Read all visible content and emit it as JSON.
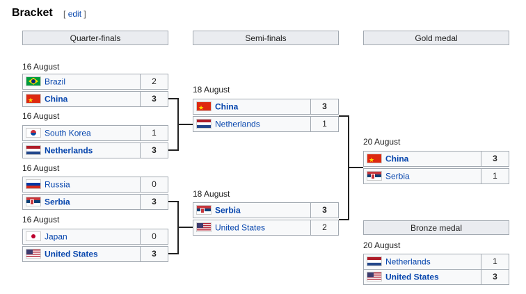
{
  "heading": "Bracket",
  "edit": {
    "open": "[",
    "link": "edit",
    "close": "]"
  },
  "rounds": {
    "qf": "Quarter-finals",
    "sf": "Semi-finals",
    "gold": "Gold medal",
    "bronze": "Bronze medal"
  },
  "qf": [
    {
      "date": "16 August",
      "t1": {
        "name": "Brazil",
        "score": "2",
        "flag": "brazil-flag-icon"
      },
      "t2": {
        "name": "China",
        "score": "3",
        "flag": "china-flag-icon"
      }
    },
    {
      "date": "16 August",
      "t1": {
        "name": "South Korea",
        "score": "1",
        "flag": "south-korea-flag-icon"
      },
      "t2": {
        "name": "Netherlands",
        "score": "3",
        "flag": "netherlands-flag-icon"
      }
    },
    {
      "date": "16 August",
      "t1": {
        "name": "Russia",
        "score": "0",
        "flag": "russia-flag-icon"
      },
      "t2": {
        "name": "Serbia",
        "score": "3",
        "flag": "serbia-flag-icon"
      }
    },
    {
      "date": "16 August",
      "t1": {
        "name": "Japan",
        "score": "0",
        "flag": "japan-flag-icon"
      },
      "t2": {
        "name": "United States",
        "score": "3",
        "flag": "usa-flag-icon"
      }
    }
  ],
  "sf": [
    {
      "date": "18 August",
      "t1": {
        "name": "China",
        "score": "3",
        "flag": "china-flag-icon"
      },
      "t2": {
        "name": "Netherlands",
        "score": "1",
        "flag": "netherlands-flag-icon"
      }
    },
    {
      "date": "18 August",
      "t1": {
        "name": "Serbia",
        "score": "3",
        "flag": "serbia-flag-icon"
      },
      "t2": {
        "name": "United States",
        "score": "2",
        "flag": "usa-flag-icon"
      }
    }
  ],
  "gold": {
    "date": "20 August",
    "t1": {
      "name": "China",
      "score": "3",
      "flag": "china-flag-icon"
    },
    "t2": {
      "name": "Serbia",
      "score": "1",
      "flag": "serbia-flag-icon"
    }
  },
  "bronze": {
    "date": "20 August",
    "t1": {
      "name": "Netherlands",
      "score": "1",
      "flag": "netherlands-flag-icon"
    },
    "t2": {
      "name": "United States",
      "score": "3",
      "flag": "usa-flag-icon"
    }
  }
}
